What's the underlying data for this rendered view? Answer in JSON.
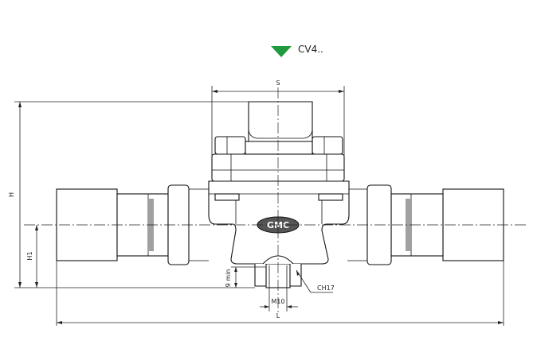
{
  "header": {
    "marker_color": "#1f9a3c",
    "model": "CV4.."
  },
  "body": {
    "brand": "GMC"
  },
  "dimensions": {
    "width_top": "S",
    "height_total": "H",
    "height_axis": "H1",
    "min_depth": "9 min",
    "hex": "CH17",
    "thread": "M10",
    "length": "L"
  }
}
